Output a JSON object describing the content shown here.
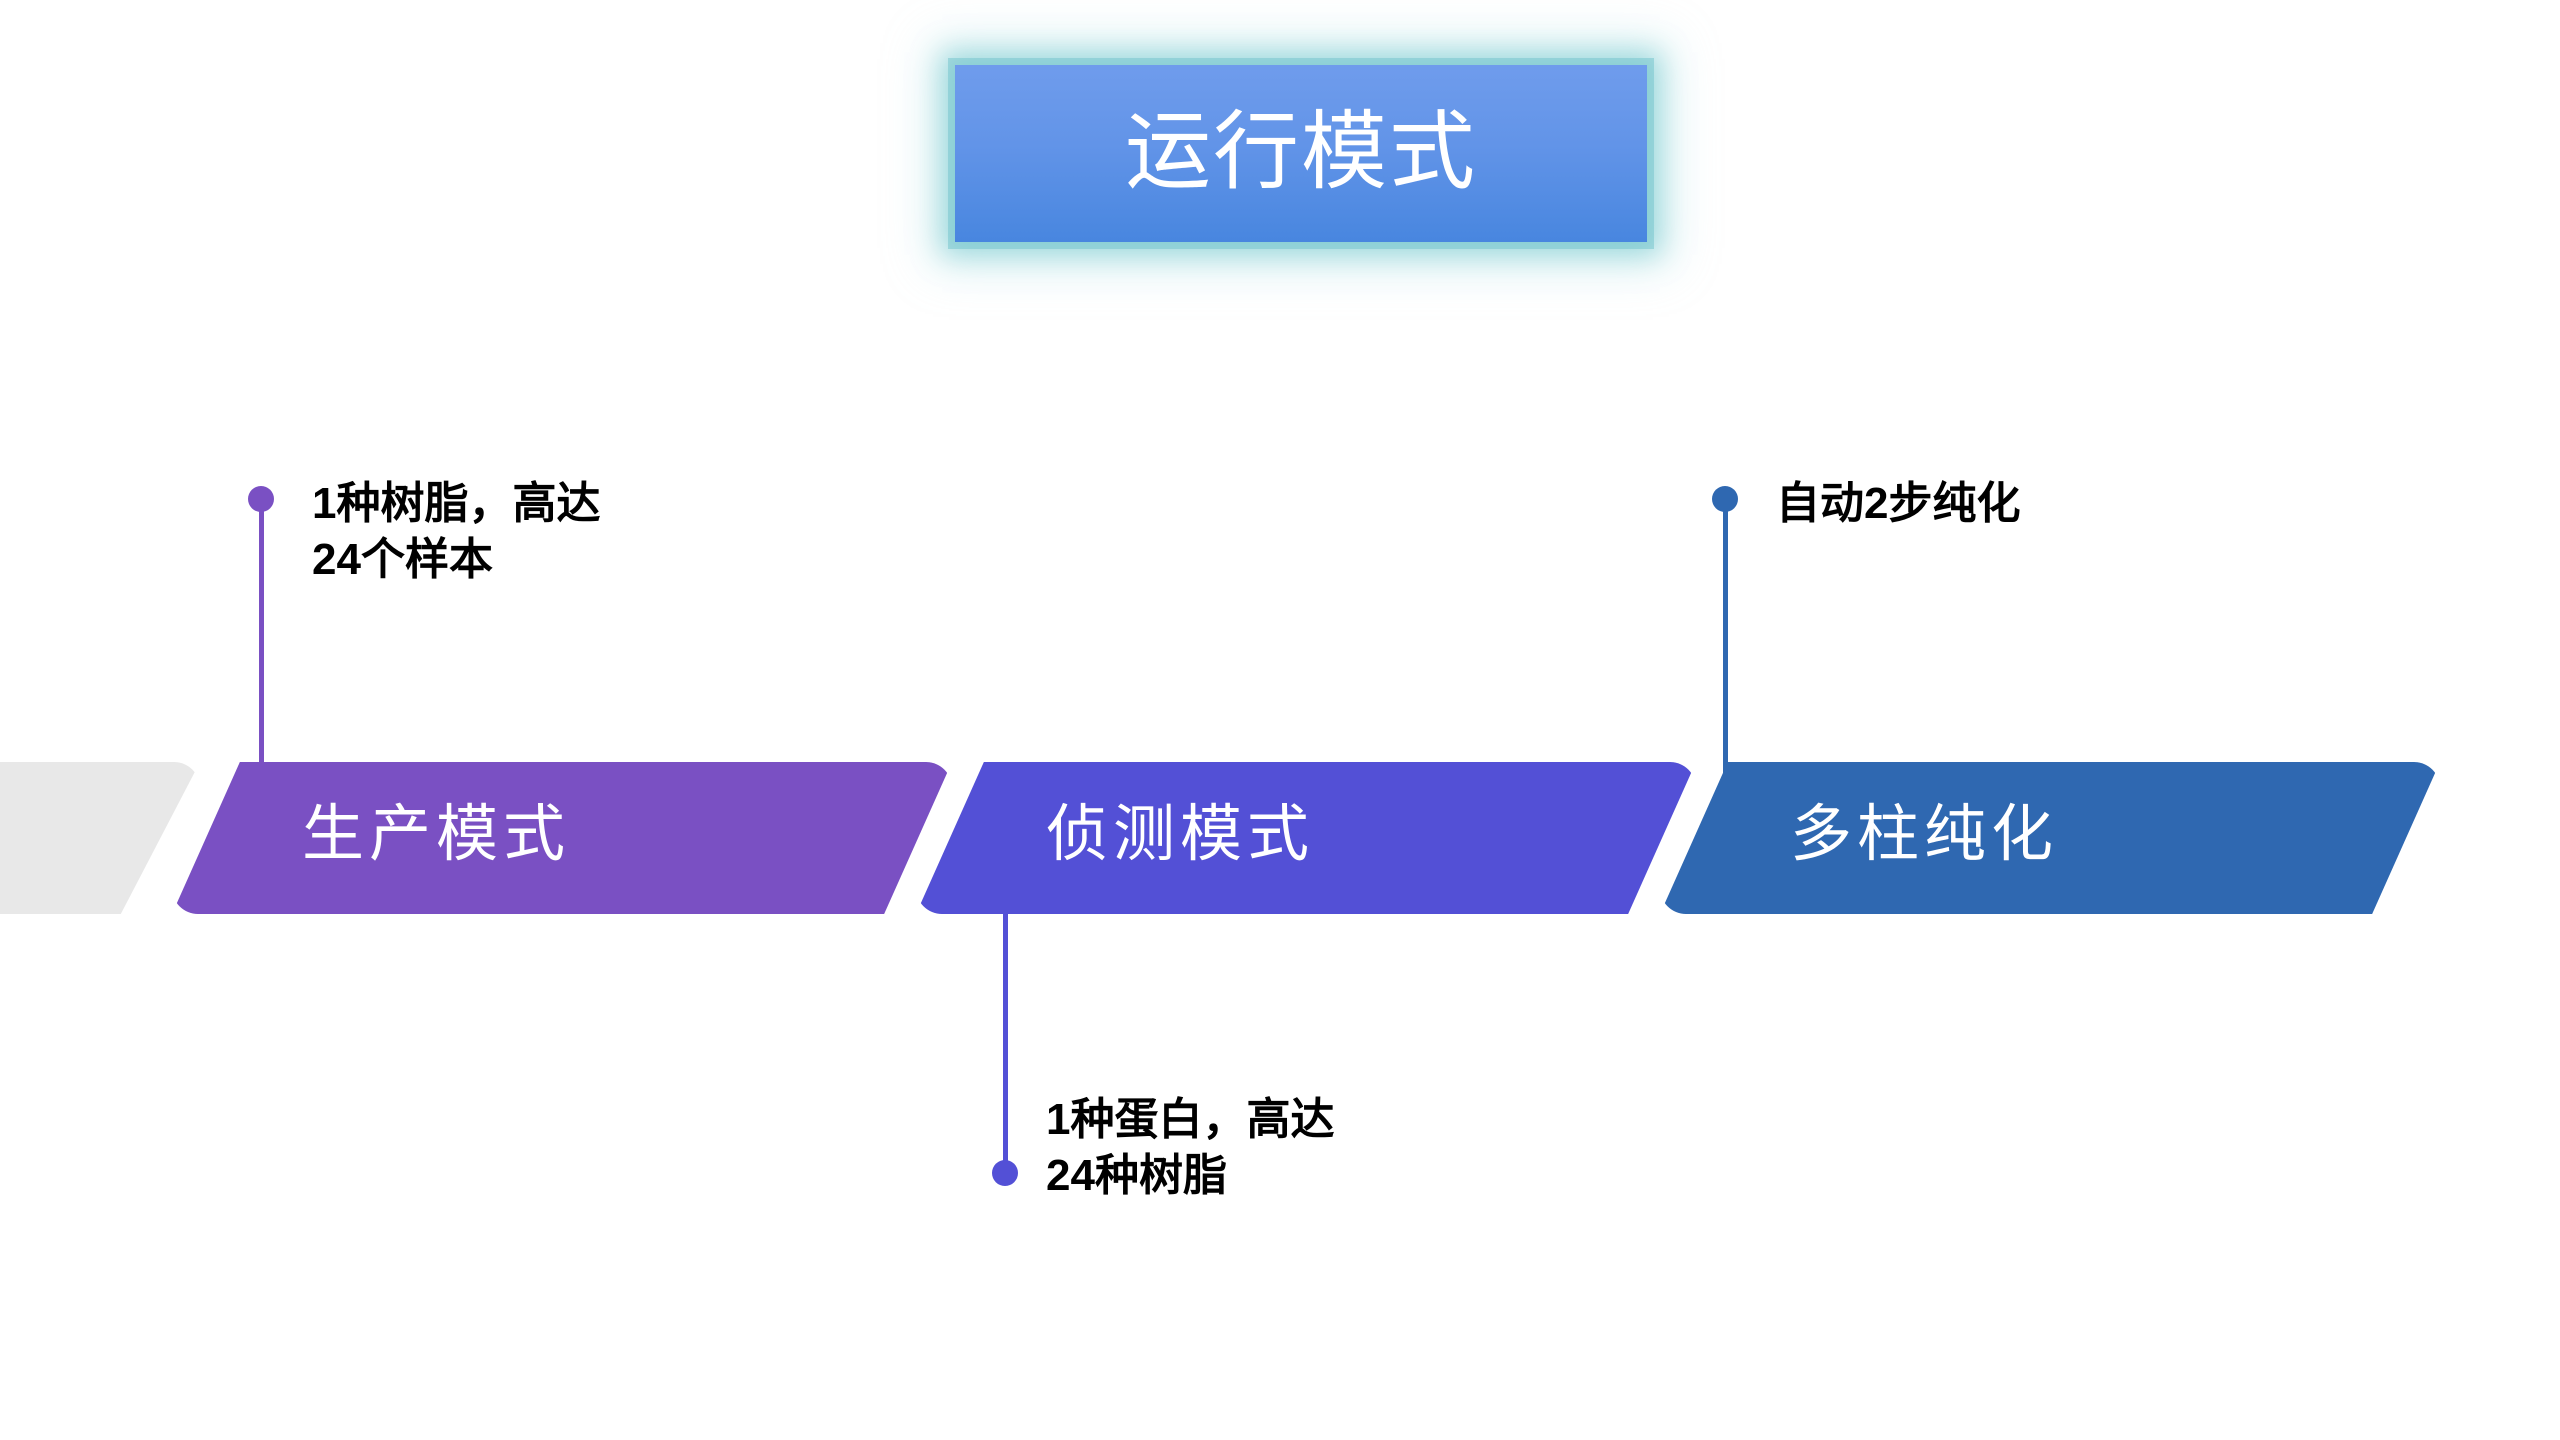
{
  "slide": {
    "background_color": "#ffffff",
    "title": {
      "text": "运行模式",
      "text_color": "#ffffff",
      "fill_top_color": "#6f9cec",
      "fill_bottom_color": "#4886df",
      "glow_color": "#74c8ce"
    }
  },
  "process": {
    "tail": {
      "label": "",
      "color": "#e8e8e8"
    },
    "steps": [
      {
        "id": "production",
        "label": "生产模式",
        "color": "#7a50c3",
        "text_color": "#ffffff"
      },
      {
        "id": "detection",
        "label": "侦测模式",
        "color": "#5350d6",
        "text_color": "#ffffff"
      },
      {
        "id": "multicolumn",
        "label": "多柱纯化",
        "color": "#2f68b1",
        "text_color": "#ffffff"
      }
    ]
  },
  "callouts": [
    {
      "id": "production",
      "text": "1种树脂，高达\n24个样本",
      "line_1": "1种树脂，高达",
      "line_2": "24个样本",
      "accent_color": "#7a50c3",
      "text_color": "#000000",
      "position": "above"
    },
    {
      "id": "detection",
      "text": "1种蛋白，高达\n24种树脂",
      "line_1": "1种蛋白，高达",
      "line_2": "24种树脂",
      "accent_color": "#5350d6",
      "text_color": "#000000",
      "position": "below"
    },
    {
      "id": "multicolumn",
      "text": "自动2步纯化",
      "line_1": "自动2步纯化",
      "line_2": "",
      "accent_color": "#2f68b1",
      "text_color": "#000000",
      "position": "above"
    }
  ]
}
